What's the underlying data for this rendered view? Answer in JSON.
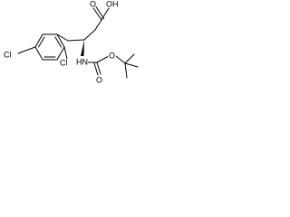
{
  "molecule": {
    "atom_labels": {
      "acid_oxygen": "O",
      "acid_hydroxyl": "OH",
      "chloro_para": "Cl",
      "chloro_ortho": "Cl",
      "amine": "HN",
      "carbamate_oxygen_double": "O",
      "carbamate_oxygen_single": "O"
    }
  }
}
